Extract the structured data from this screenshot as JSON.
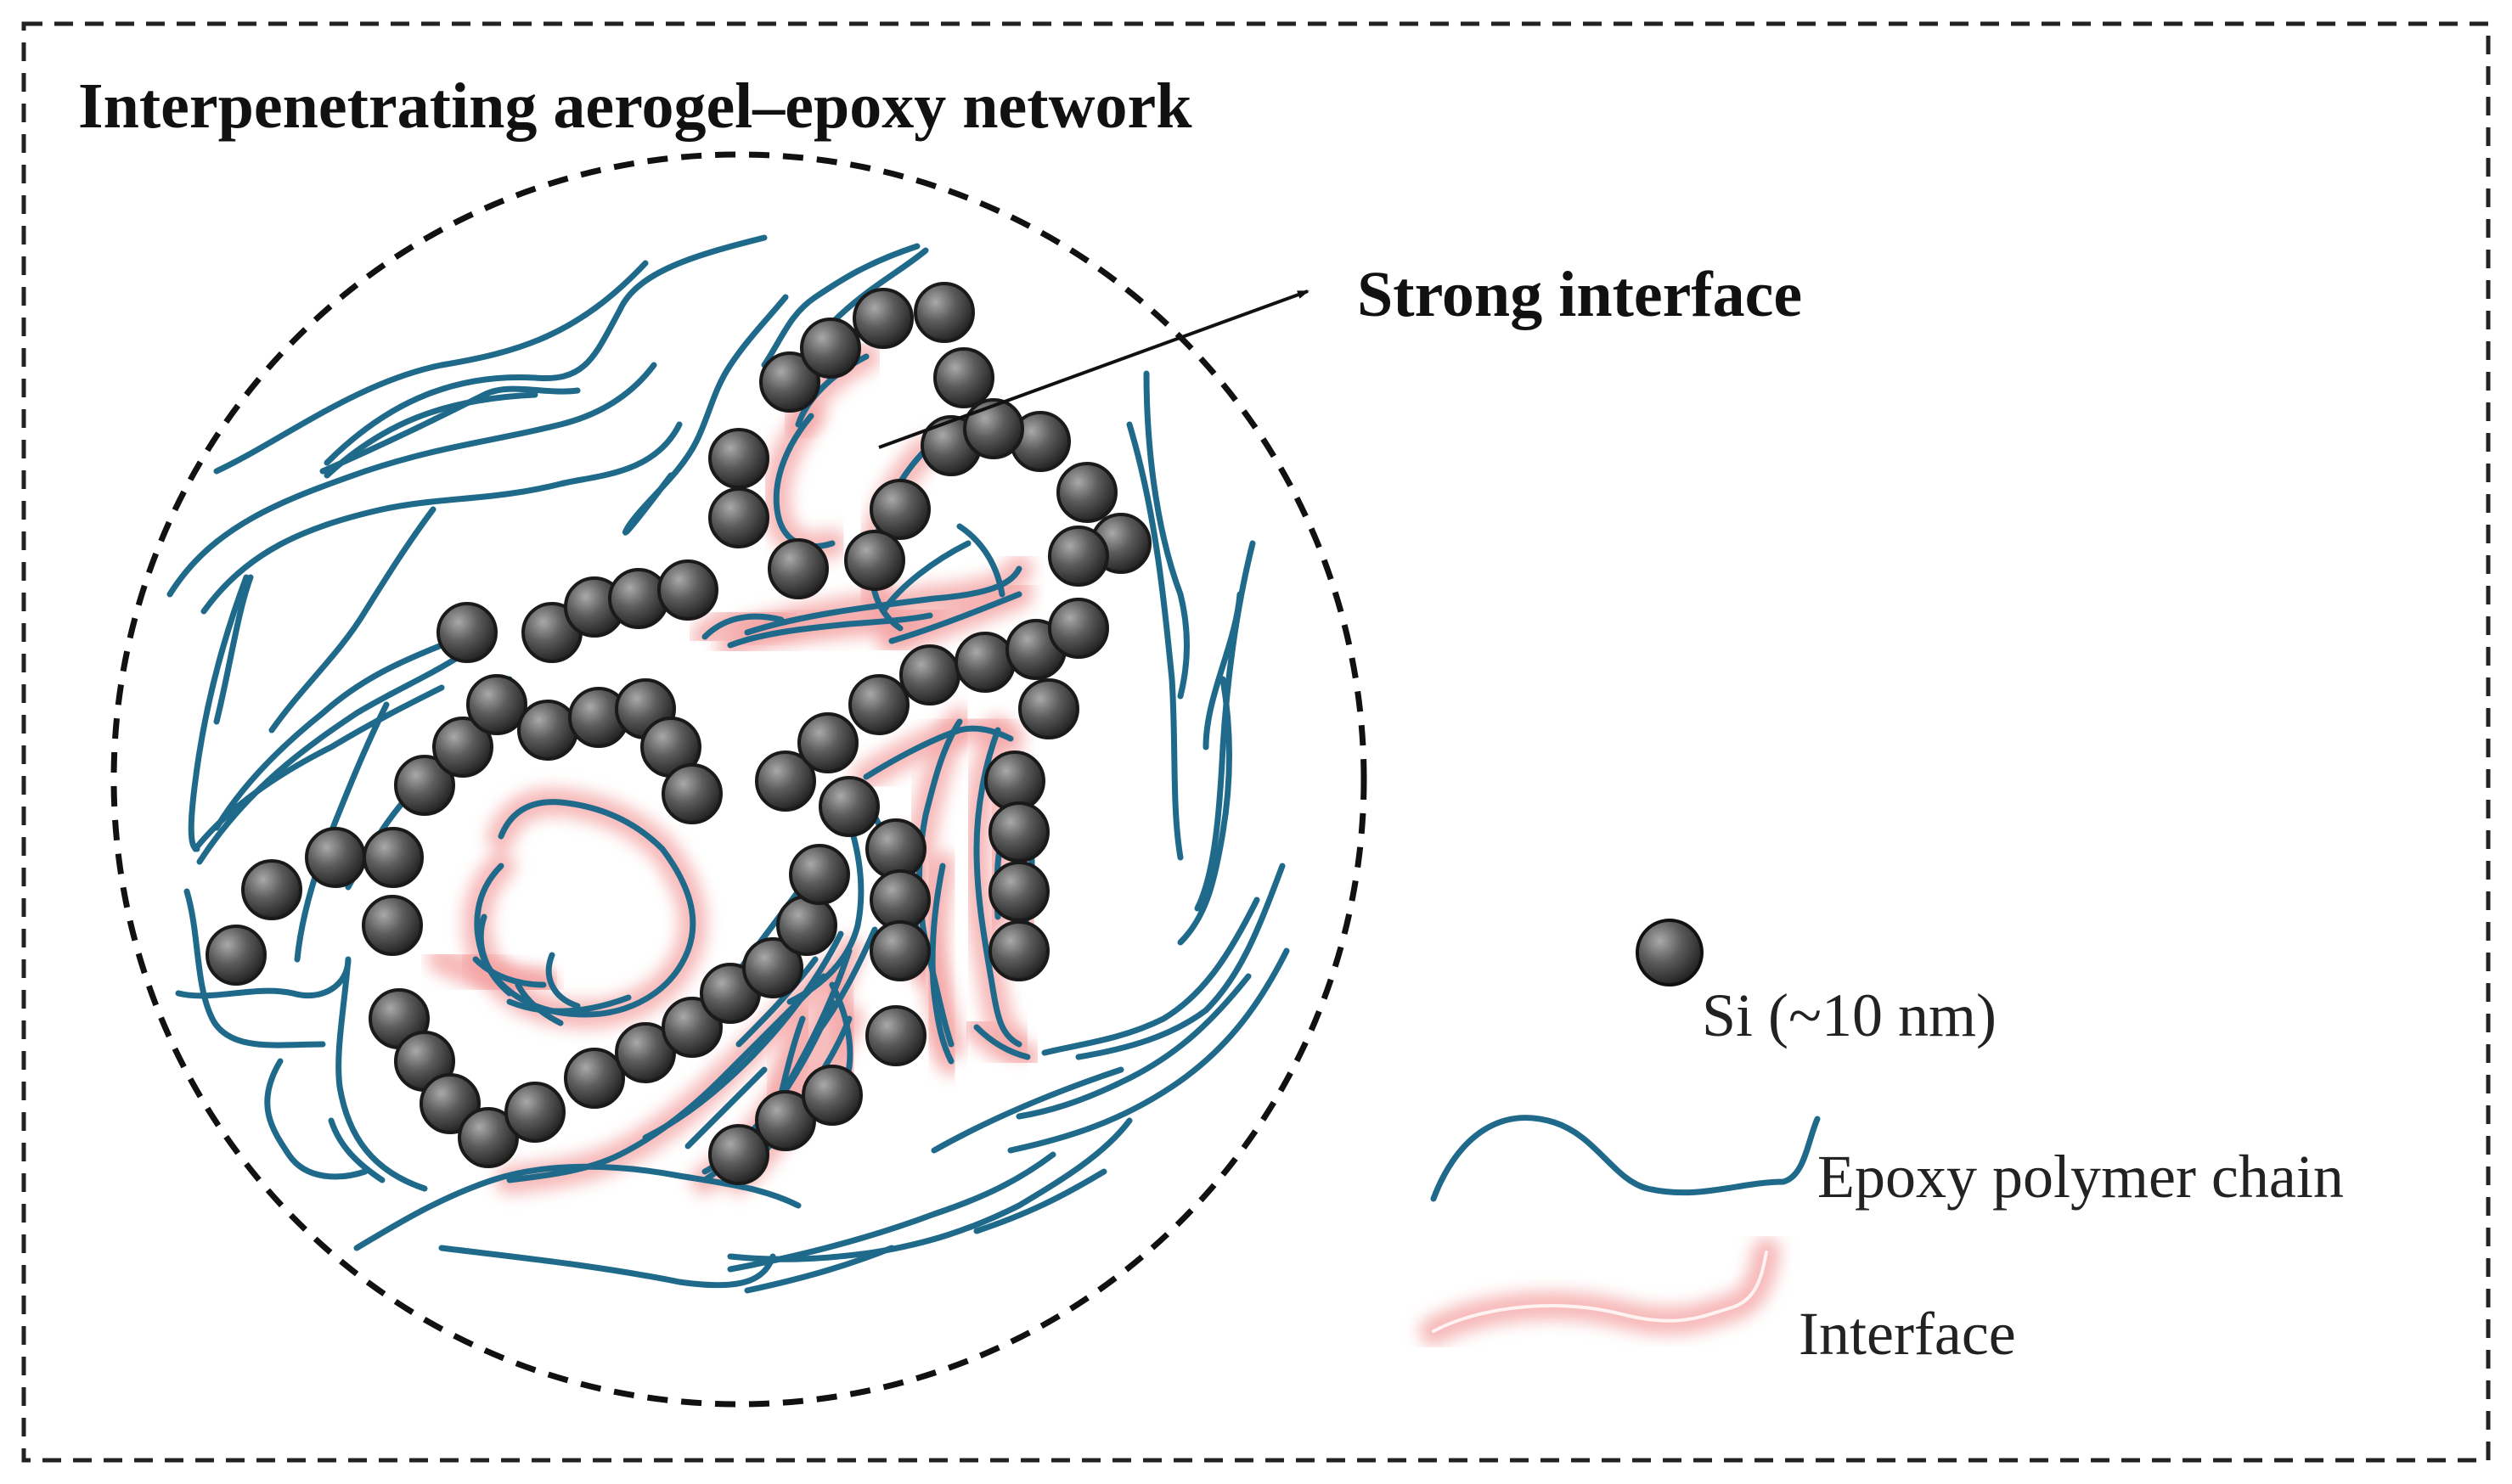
{
  "title": "Interpenetrating aerogel–epoxy network",
  "callout": "Strong interface",
  "legend": {
    "particle": "Si (~10 nm)",
    "chain": "Epoxy polymer chain",
    "interface": "Interface"
  },
  "colors": {
    "chain": "#1f6a8a",
    "interface_glow": "#f4a3a3",
    "particle_fill": "#595959",
    "particle_edge": "#1a1a1a",
    "border": "#222222"
  }
}
